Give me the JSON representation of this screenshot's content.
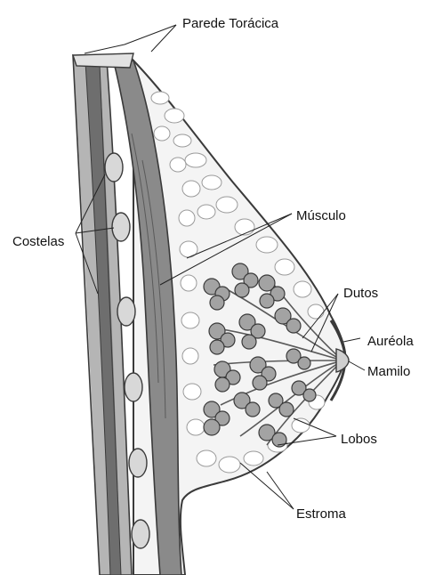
{
  "labels": {
    "chest_wall": "Parede Torácica",
    "ribs": "Costelas",
    "muscle": "Músculo",
    "ducts": "Dutos",
    "areola": "Auréola",
    "nipple": "Mamilo",
    "lobes": "Lobos",
    "stroma": "Estroma"
  },
  "colors": {
    "outline": "#3a3a3a",
    "tissue": "#f2f2f2",
    "muscle": "#8a8a8a",
    "lobule": "#a3a3a3",
    "rib": "#d8d8d8"
  }
}
